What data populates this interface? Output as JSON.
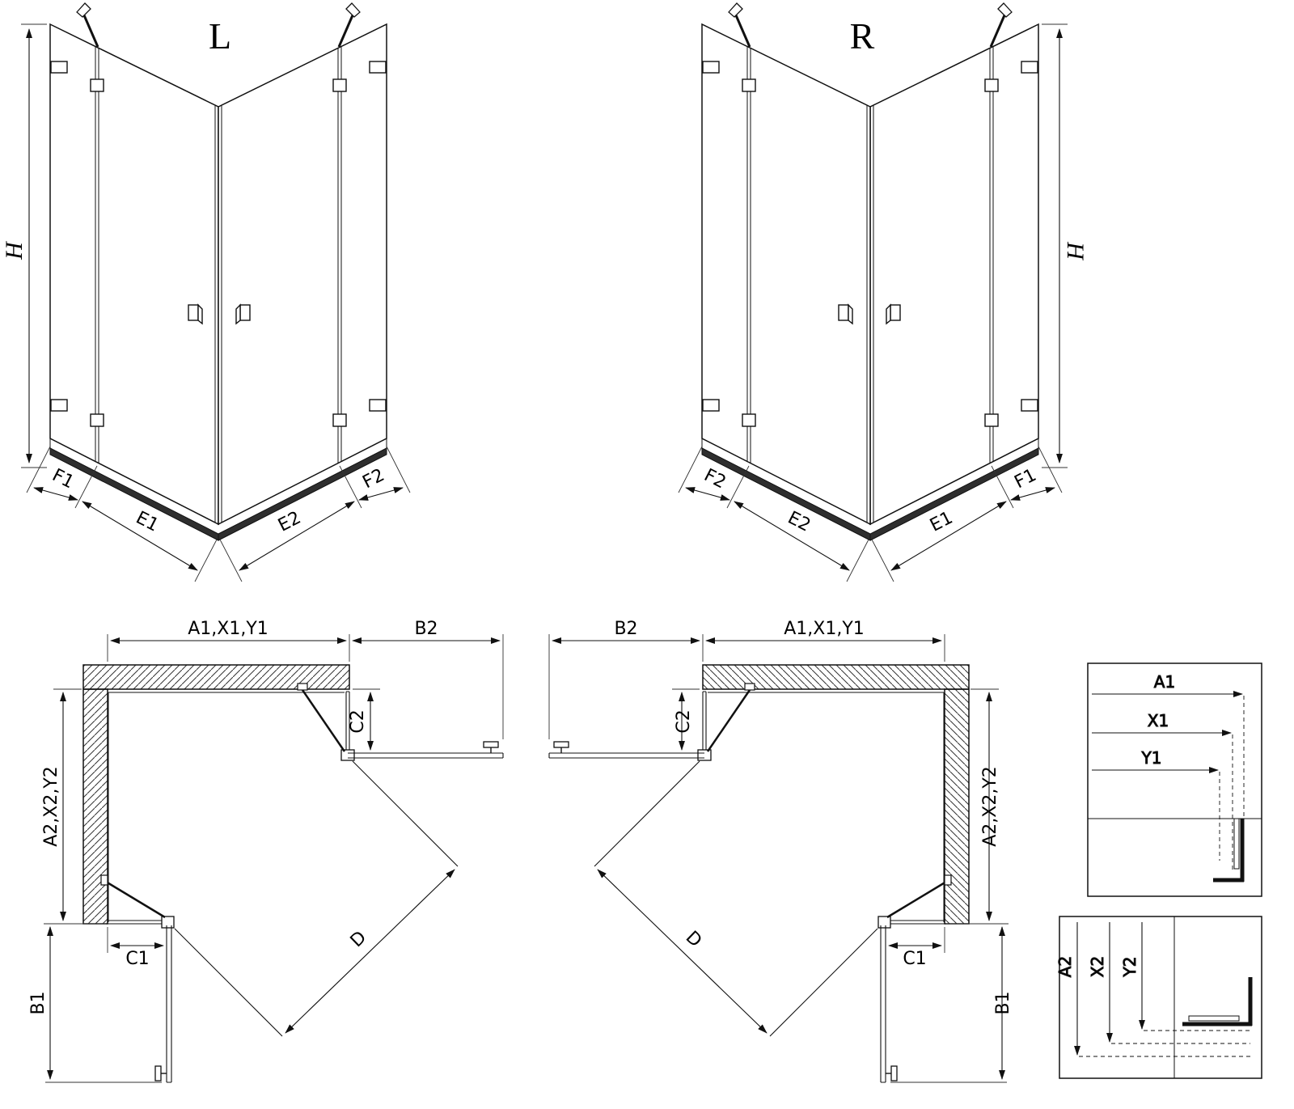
{
  "variants": {
    "left": {
      "label": "L",
      "height_dim": "H",
      "bottom_dims": [
        "F1",
        "E1",
        "E2",
        "F2"
      ]
    },
    "right": {
      "label": "R",
      "height_dim": "H",
      "bottom_dims": [
        "F2",
        "E2",
        "E1",
        "F1"
      ]
    }
  },
  "plans": {
    "left": {
      "top_width": "A1,X1,Y1",
      "open_door_width": "B2",
      "fixed_side": "C2",
      "depth": "A2,X2,Y2",
      "fixed_bottom": "C1",
      "open_door_depth": "B1",
      "diagonal": "D"
    },
    "right": {
      "top_width": "A1,X1,Y1",
      "open_door_width": "B2",
      "fixed_side": "C2",
      "depth": "A2,X2,Y2",
      "fixed_bottom": "C1",
      "open_door_depth": "B1",
      "diagonal": "D"
    }
  },
  "details": {
    "width_box": {
      "dims": [
        "A1",
        "X1",
        "Y1"
      ]
    },
    "depth_box": {
      "dims": [
        "A2",
        "X2",
        "Y2"
      ]
    }
  },
  "colors": {
    "line": "#111111",
    "background": "#ffffff",
    "tray": "#2e2e2e"
  }
}
